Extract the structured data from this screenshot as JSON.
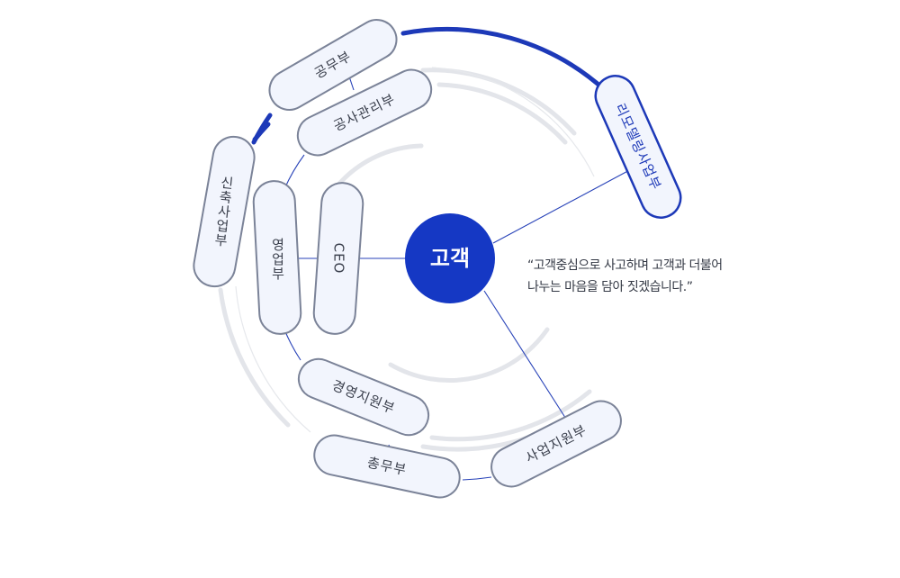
{
  "center": {
    "label": "고객"
  },
  "departments": {
    "ceo": "CEO",
    "sales": "영업부",
    "engineering": "공무부",
    "construction_mgmt": "공사관리부",
    "new_construction": "신축사업부",
    "remodeling": "리모델링사업부",
    "management_support": "경영지원부",
    "general_affairs": "총무부",
    "business_support": "사업지원부"
  },
  "quote": {
    "line1": "“고객중심으로 사고하며 고객과 더불어",
    "line2": "나누는 마음을 담아 짓겠습니다.”"
  },
  "colors": {
    "accent": "#1d39b8",
    "center_fill": "#1538c4",
    "pill_fill": "#f2f5fd",
    "pill_stroke": "#7b8398",
    "ring_gray": "#e3e5ea"
  }
}
